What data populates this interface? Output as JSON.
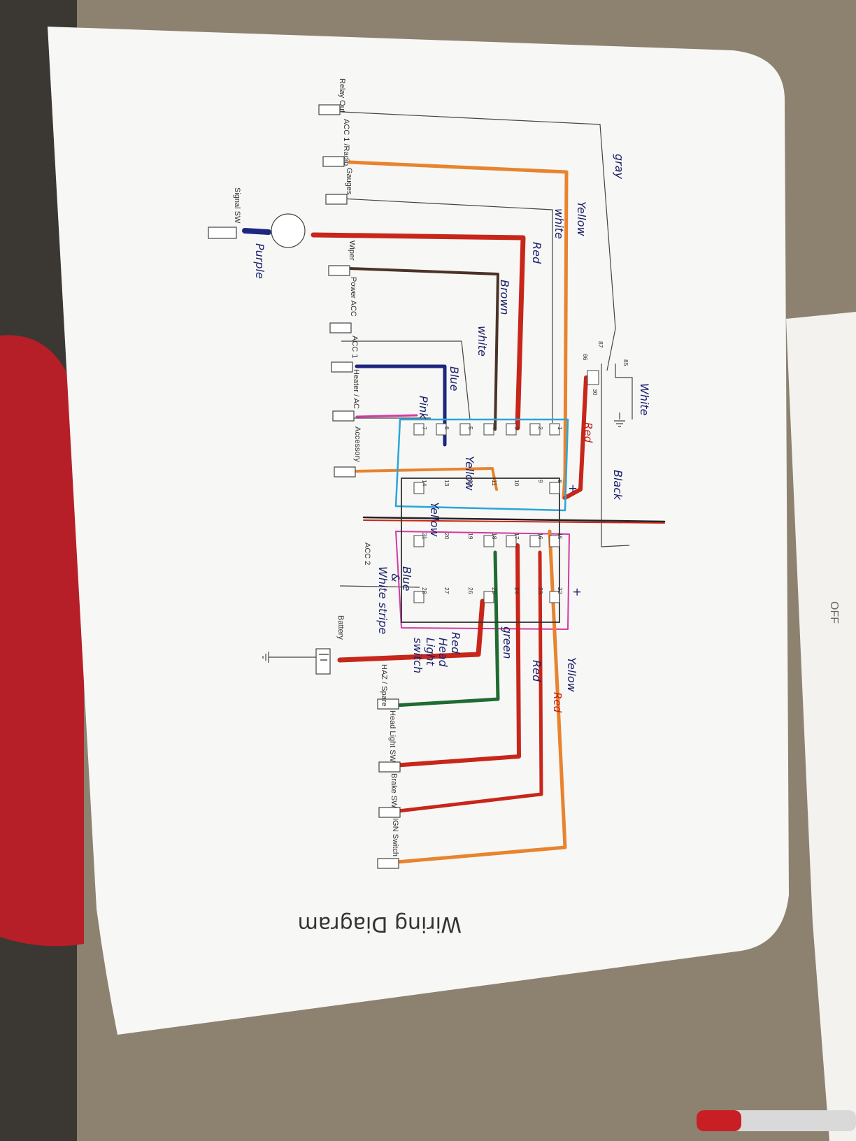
{
  "diagram": {
    "title": "Wiring Diagram",
    "notebook_text": "OFF",
    "left_labels": [
      "Relay Out",
      "ACC 1 /Radio",
      "Gauges",
      "Wiper",
      "Power ACC",
      "ACC 1",
      "Heater / AC",
      "Accessory"
    ],
    "bottom_labels": [
      "ACC 2",
      "Battery",
      "HAZ / Spare",
      "Head Light SW",
      "Brake SW",
      "IGN Switch"
    ],
    "other_labels": {
      "signal_sw": "Signal SW"
    },
    "relay_pins": [
      "87",
      "86",
      "85",
      "30"
    ],
    "fuse_numbers": [
      "1",
      "2",
      "3",
      "4",
      "5",
      "6",
      "7",
      "8",
      "9",
      "10",
      "11",
      "12",
      "13",
      "14",
      "15",
      "16",
      "17",
      "18",
      "19",
      "20",
      "21",
      "22",
      "23",
      "24",
      "25",
      "26",
      "27",
      "28"
    ],
    "handwritten": {
      "gray": "gray",
      "yellow_1": "Yellow",
      "white_1": "white",
      "red_1": "Red",
      "brown": "Brown",
      "white_2": "white",
      "blue": "Blue",
      "pink": "Pink",
      "white_3": "White",
      "red_2": "Red",
      "black": "Black",
      "yellow_2": "Yellow",
      "plus_1": "+",
      "plus_2": "+",
      "yellow_3": "Yellow",
      "blue_stripe": "Blue",
      "amp": "&",
      "white_stripe": "White stripe",
      "red_headlight": "Red",
      "head": "Head",
      "light": "Light",
      "switch": "switch",
      "green": "green",
      "red_3": "Red",
      "yellow_4": "Yellow",
      "red_4": "Red",
      "purple": "Purple"
    },
    "colors": {
      "red": "#c8261a",
      "orange": "#e8832e",
      "blue": "#1e2680",
      "cyan": "#2aa6d8",
      "magenta": "#d23aa6",
      "green": "#1f6b32",
      "brown": "#4a3326",
      "pen": "#1a1f6b"
    }
  }
}
